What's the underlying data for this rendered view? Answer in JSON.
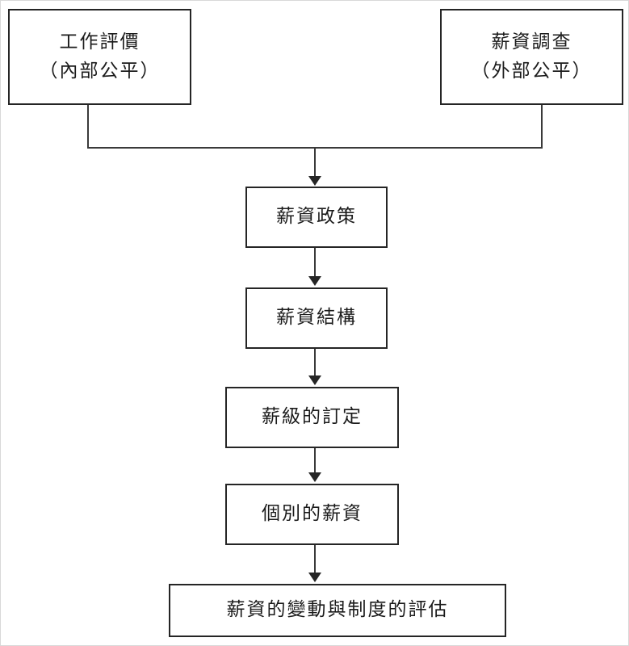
{
  "diagram": {
    "type": "flowchart",
    "orientation": "top-down",
    "nodes": [
      {
        "id": "job-evaluation",
        "lines": [
          "工作評價",
          "（內部公平）"
        ]
      },
      {
        "id": "salary-survey",
        "lines": [
          "薪資調查",
          "（外部公平）"
        ]
      },
      {
        "id": "salary-policy",
        "lines": [
          "薪資政策"
        ]
      },
      {
        "id": "salary-structure",
        "lines": [
          "薪資結構"
        ]
      },
      {
        "id": "salary-grade",
        "lines": [
          "薪級的訂定"
        ]
      },
      {
        "id": "individual-pay",
        "lines": [
          "個別的薪資"
        ]
      },
      {
        "id": "pay-review",
        "lines": [
          "薪資的變動與制度的評估"
        ]
      }
    ],
    "colors": {
      "box_border": "#252525",
      "connector": "#3a3a3a",
      "background": "#ffffff",
      "text": "#1b1b1b",
      "page_border": "#d8d8d8"
    }
  }
}
